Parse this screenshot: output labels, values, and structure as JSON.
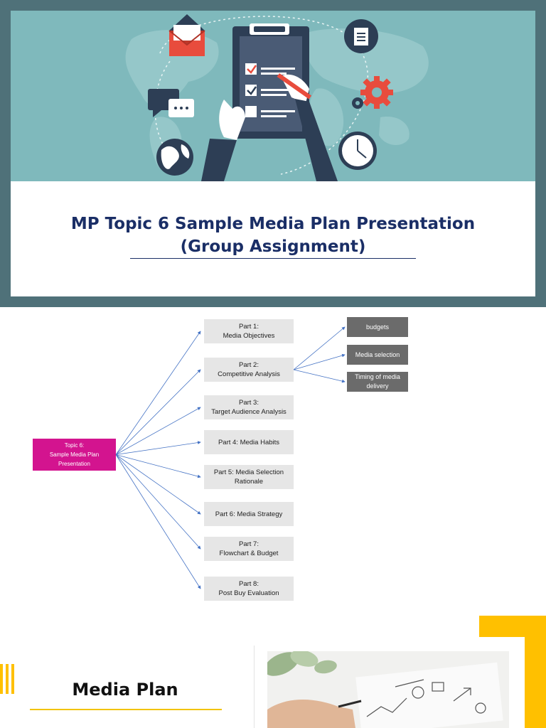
{
  "slide1": {
    "title_line1": "MP Topic 6 Sample Media Plan Presentation",
    "title_line2": "(Group Assignment)"
  },
  "mindmap": {
    "root": [
      "Topic 6:",
      "Sample Media Plan",
      "Presentation"
    ],
    "parts": [
      [
        "Part 1:",
        "Media Objectives"
      ],
      [
        "Part 2:",
        "Competitive Analysis"
      ],
      [
        "Part 3:",
        "Target Audience Analysis"
      ],
      [
        "Part 4: Media Habits"
      ],
      [
        "Part 5: Media Selection",
        "Rationale"
      ],
      [
        "Part 6: Media Strategy"
      ],
      [
        "Part 7:",
        "Flowchart & Budget"
      ],
      [
        "Part 8:",
        "Post Buy Evaluation"
      ]
    ],
    "subitems": [
      [
        "budgets"
      ],
      [
        "Media selection"
      ],
      [
        "Timing of media",
        "delivery"
      ]
    ]
  },
  "slide3": {
    "title": "Media Plan"
  },
  "colors": {
    "slide1_bg": "#4f7179",
    "hero_bg": "#7fb9bc",
    "title_blue": "#1a2e66",
    "root_magenta": "#d3148f",
    "connector_blue": "#4472c4",
    "accent_yellow": "#ffc000"
  }
}
